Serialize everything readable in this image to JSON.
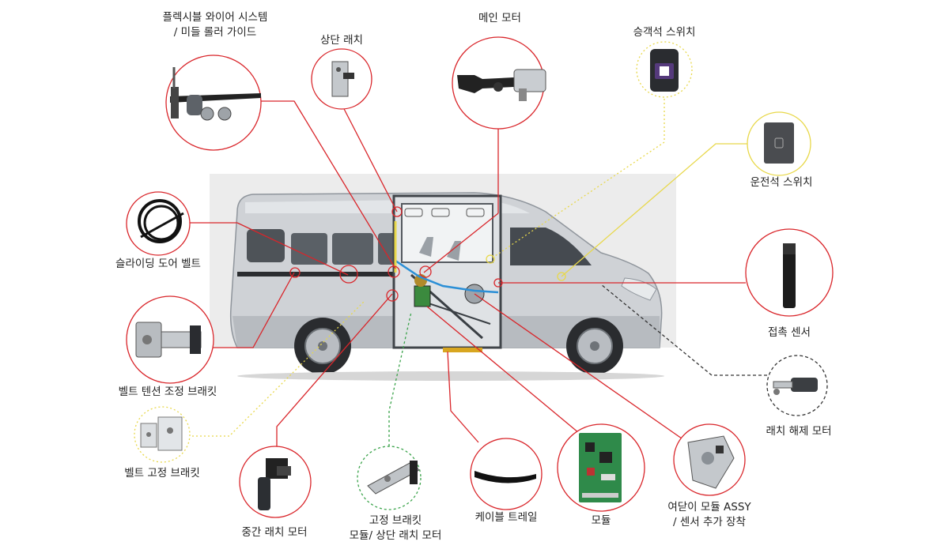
{
  "components": [
    {
      "id": "flexible-wire",
      "lines": [
        "플렉시블 와이어 시스템",
        "/ 미들 롤러 가이드"
      ],
      "circle_style": "red-solid"
    },
    {
      "id": "upper-latch",
      "lines": [
        "상단 래치"
      ],
      "circle_style": "red-solid"
    },
    {
      "id": "main-motor",
      "lines": [
        "메인 모터"
      ],
      "circle_style": "red-solid"
    },
    {
      "id": "passenger-switch",
      "lines": [
        "승객석 스위치"
      ],
      "circle_style": "yellow-dotted"
    },
    {
      "id": "driver-switch",
      "lines": [
        "운전석 스위치"
      ],
      "circle_style": "yellow-solid"
    },
    {
      "id": "sliding-door-belt",
      "lines": [
        "슬라이딩 도어 벨트"
      ],
      "circle_style": "red-solid"
    },
    {
      "id": "contact-sensor",
      "lines": [
        "접촉 센서"
      ],
      "circle_style": "red-solid"
    },
    {
      "id": "belt-tension-bracket",
      "lines": [
        "벨트 텐션 조정 브래킷"
      ],
      "circle_style": "red-solid"
    },
    {
      "id": "latch-release-motor",
      "lines": [
        "래치 해제 모터"
      ],
      "circle_style": "black-dashed"
    },
    {
      "id": "belt-fixing-bracket",
      "lines": [
        "벨트 고정 브래킷"
      ],
      "circle_style": "yellow-dotted"
    },
    {
      "id": "middle-latch-motor",
      "lines": [
        "중간 래치 모터"
      ],
      "circle_style": "red-solid"
    },
    {
      "id": "fixing-bracket-module",
      "lines": [
        "고정 브래킷",
        "모듈/ 상단 래치 모터"
      ],
      "circle_style": "green-dashed"
    },
    {
      "id": "cable-trail",
      "lines": [
        "케이블 트레일"
      ],
      "circle_style": "red-solid"
    },
    {
      "id": "module",
      "lines": [
        "모듈"
      ],
      "circle_style": "red-solid"
    },
    {
      "id": "opening-module",
      "lines": [
        "여닫이 모듈 ASSY",
        "/ 센서 추가 장착"
      ],
      "circle_style": "red-solid"
    }
  ],
  "colors": {
    "red": "#d9252a",
    "yellow": "#e8d84a",
    "green": "#3aa34a",
    "black": "#333333",
    "wire_blue": "#2b8fd6"
  }
}
